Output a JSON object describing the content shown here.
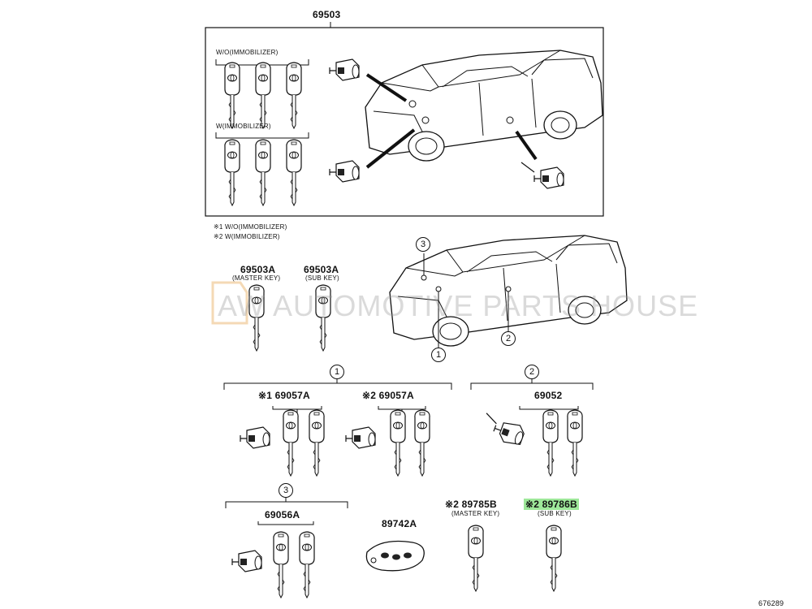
{
  "main_box": {
    "part_number": "69503"
  },
  "groups": {
    "wo_immobilizer_label": "W/O(IMMOBILIZER)",
    "w_immobilizer_label": "W(IMMOBILIZER)"
  },
  "legend": {
    "note1": "※1 W/O(IMMOBILIZER)",
    "note2": "※2 W(IMMOBILIZER)"
  },
  "keys": {
    "master": {
      "part": "69503A",
      "desc": "(MASTER KEY)"
    },
    "sub": {
      "part": "69503A",
      "desc": "(SUB KEY)"
    }
  },
  "watermark": "AUTOMOTIVE PARTS HOUSE",
  "watermark_logo": "AW",
  "callouts": {
    "c1": "1",
    "c2": "2",
    "c3": "3"
  },
  "section1": {
    "c": "1",
    "left_part": "※1 69057A",
    "right_part": "※2 69057A"
  },
  "section2": {
    "c": "2",
    "part": "69052"
  },
  "section3": {
    "c": "3",
    "part": "69056A"
  },
  "remote": {
    "part": "89742A"
  },
  "transponder_master": {
    "part": "※2 89785B",
    "desc": "(MASTER KEY)"
  },
  "transponder_sub": {
    "part": "※2 89786B",
    "desc": "(SUB KEY)"
  },
  "diagram_id": "676289"
}
